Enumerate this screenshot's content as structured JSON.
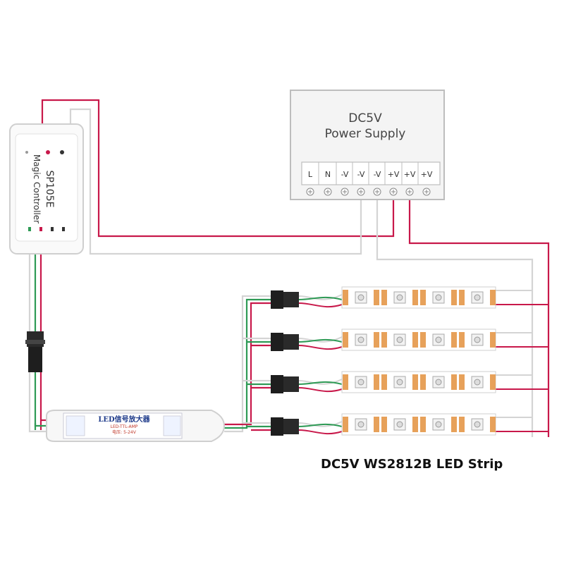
{
  "power_supply": {
    "title_line1": "DC5V",
    "title_line2": "Power Supply",
    "terminals": [
      "L",
      "N",
      "-V",
      "-V",
      "-V",
      "+V",
      "+V",
      "+V"
    ]
  },
  "controller": {
    "model": "SP105E",
    "name": "Magic Controller"
  },
  "amplifier": {
    "title": "LED信号放大器",
    "subtitle": "LED-TTL-AMP",
    "voltage": "电压: 5-24V"
  },
  "strip_label": "DC5V WS2812B LED Strip",
  "colors": {
    "wire_red": "#c8184a",
    "wire_green": "#2e9a55",
    "wire_white": "#d4d4d4",
    "strip_amber": "#e7a15a"
  },
  "icons": [
    "power-supply-icon",
    "controller-icon",
    "amplifier-icon",
    "connector-icon",
    "led-strip-icon"
  ]
}
